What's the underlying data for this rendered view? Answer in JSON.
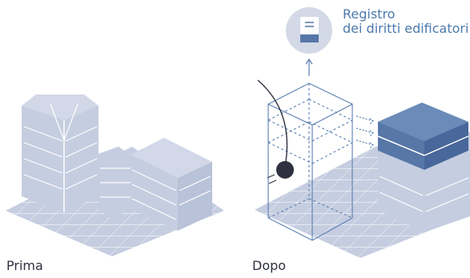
{
  "panels": {
    "before_label": "Prima",
    "after_label": "Dopo"
  },
  "registry": {
    "line1": "Registro",
    "line2": "dei diritti edificatori",
    "icon": "book-icon"
  },
  "colors": {
    "light_block": "#c5cde0",
    "light_block_side": "#b8c2d8",
    "dark_block": "#5677a7",
    "accent_line": "#5b7fb3",
    "text": "#2f3140",
    "icon_circle": "#d3d9e6"
  }
}
